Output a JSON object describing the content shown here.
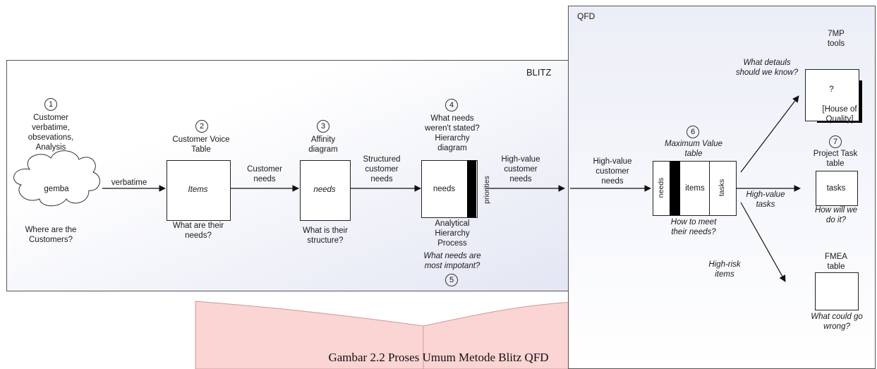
{
  "blitz": {
    "label": "BLITZ",
    "step1": {
      "num": "1",
      "title": "Customer\nverbatime,\nobsevations,\nAnalysis",
      "cloud": "gemba",
      "question": "Where are the\nCustomers?"
    },
    "arrow1": "verbatime",
    "step2": {
      "num": "2",
      "title": "Customer Voice\nTable",
      "box": "Items",
      "question": "What are their\nneeds?"
    },
    "arrow2": "Customer\nneeds",
    "step3": {
      "num": "3",
      "title": "Affinity\ndiagram",
      "box": "needs",
      "question": "What is their\nstructure?"
    },
    "arrow3": "Structured\ncustomer\nneeds",
    "step4": {
      "num": "4",
      "title": "What needs\nweren't stated?\nHierarchy\ndiagram",
      "box": "needs",
      "side": "priorities"
    },
    "step5": {
      "num": "5",
      "title": "Analytical\nHierarchy\nProcess",
      "question": "What needs are\nmost impotant?"
    },
    "arrow4": "High-value\ncustomer\nneeds"
  },
  "qfd": {
    "label": "QFD",
    "arrow_in": "High-value\ncustomer\nneeds",
    "step6": {
      "num": "6",
      "title": "Maximum Value\ntable",
      "col1": "needs",
      "col2": "items",
      "col3": "tasks",
      "question": "How to meet\ntheir needs?"
    },
    "upper_arrow": "What detauls\nshould we know?",
    "tools": {
      "title": "7MP\ntools",
      "box": "?",
      "note": "[House of\nQuality]"
    },
    "step7": {
      "num": "7",
      "title": "Project Task\ntable",
      "box": "tasks",
      "question": "How will we\ndo it?"
    },
    "mid_arrow": "High-value\ntasks",
    "lower_arrow": "High-risk\nitems",
    "fmea": {
      "title": "FMEA\ntable",
      "question": "What could go\nwrong?"
    }
  },
  "caption": "Gambar 2.2 Proses Umum Metode Blitz QFD",
  "colors": {
    "blitz_bg_start": "#ffffff",
    "blitz_bg_end": "#e3e6f3",
    "book": "#fbd4d4",
    "book_edge": "#c99"
  }
}
